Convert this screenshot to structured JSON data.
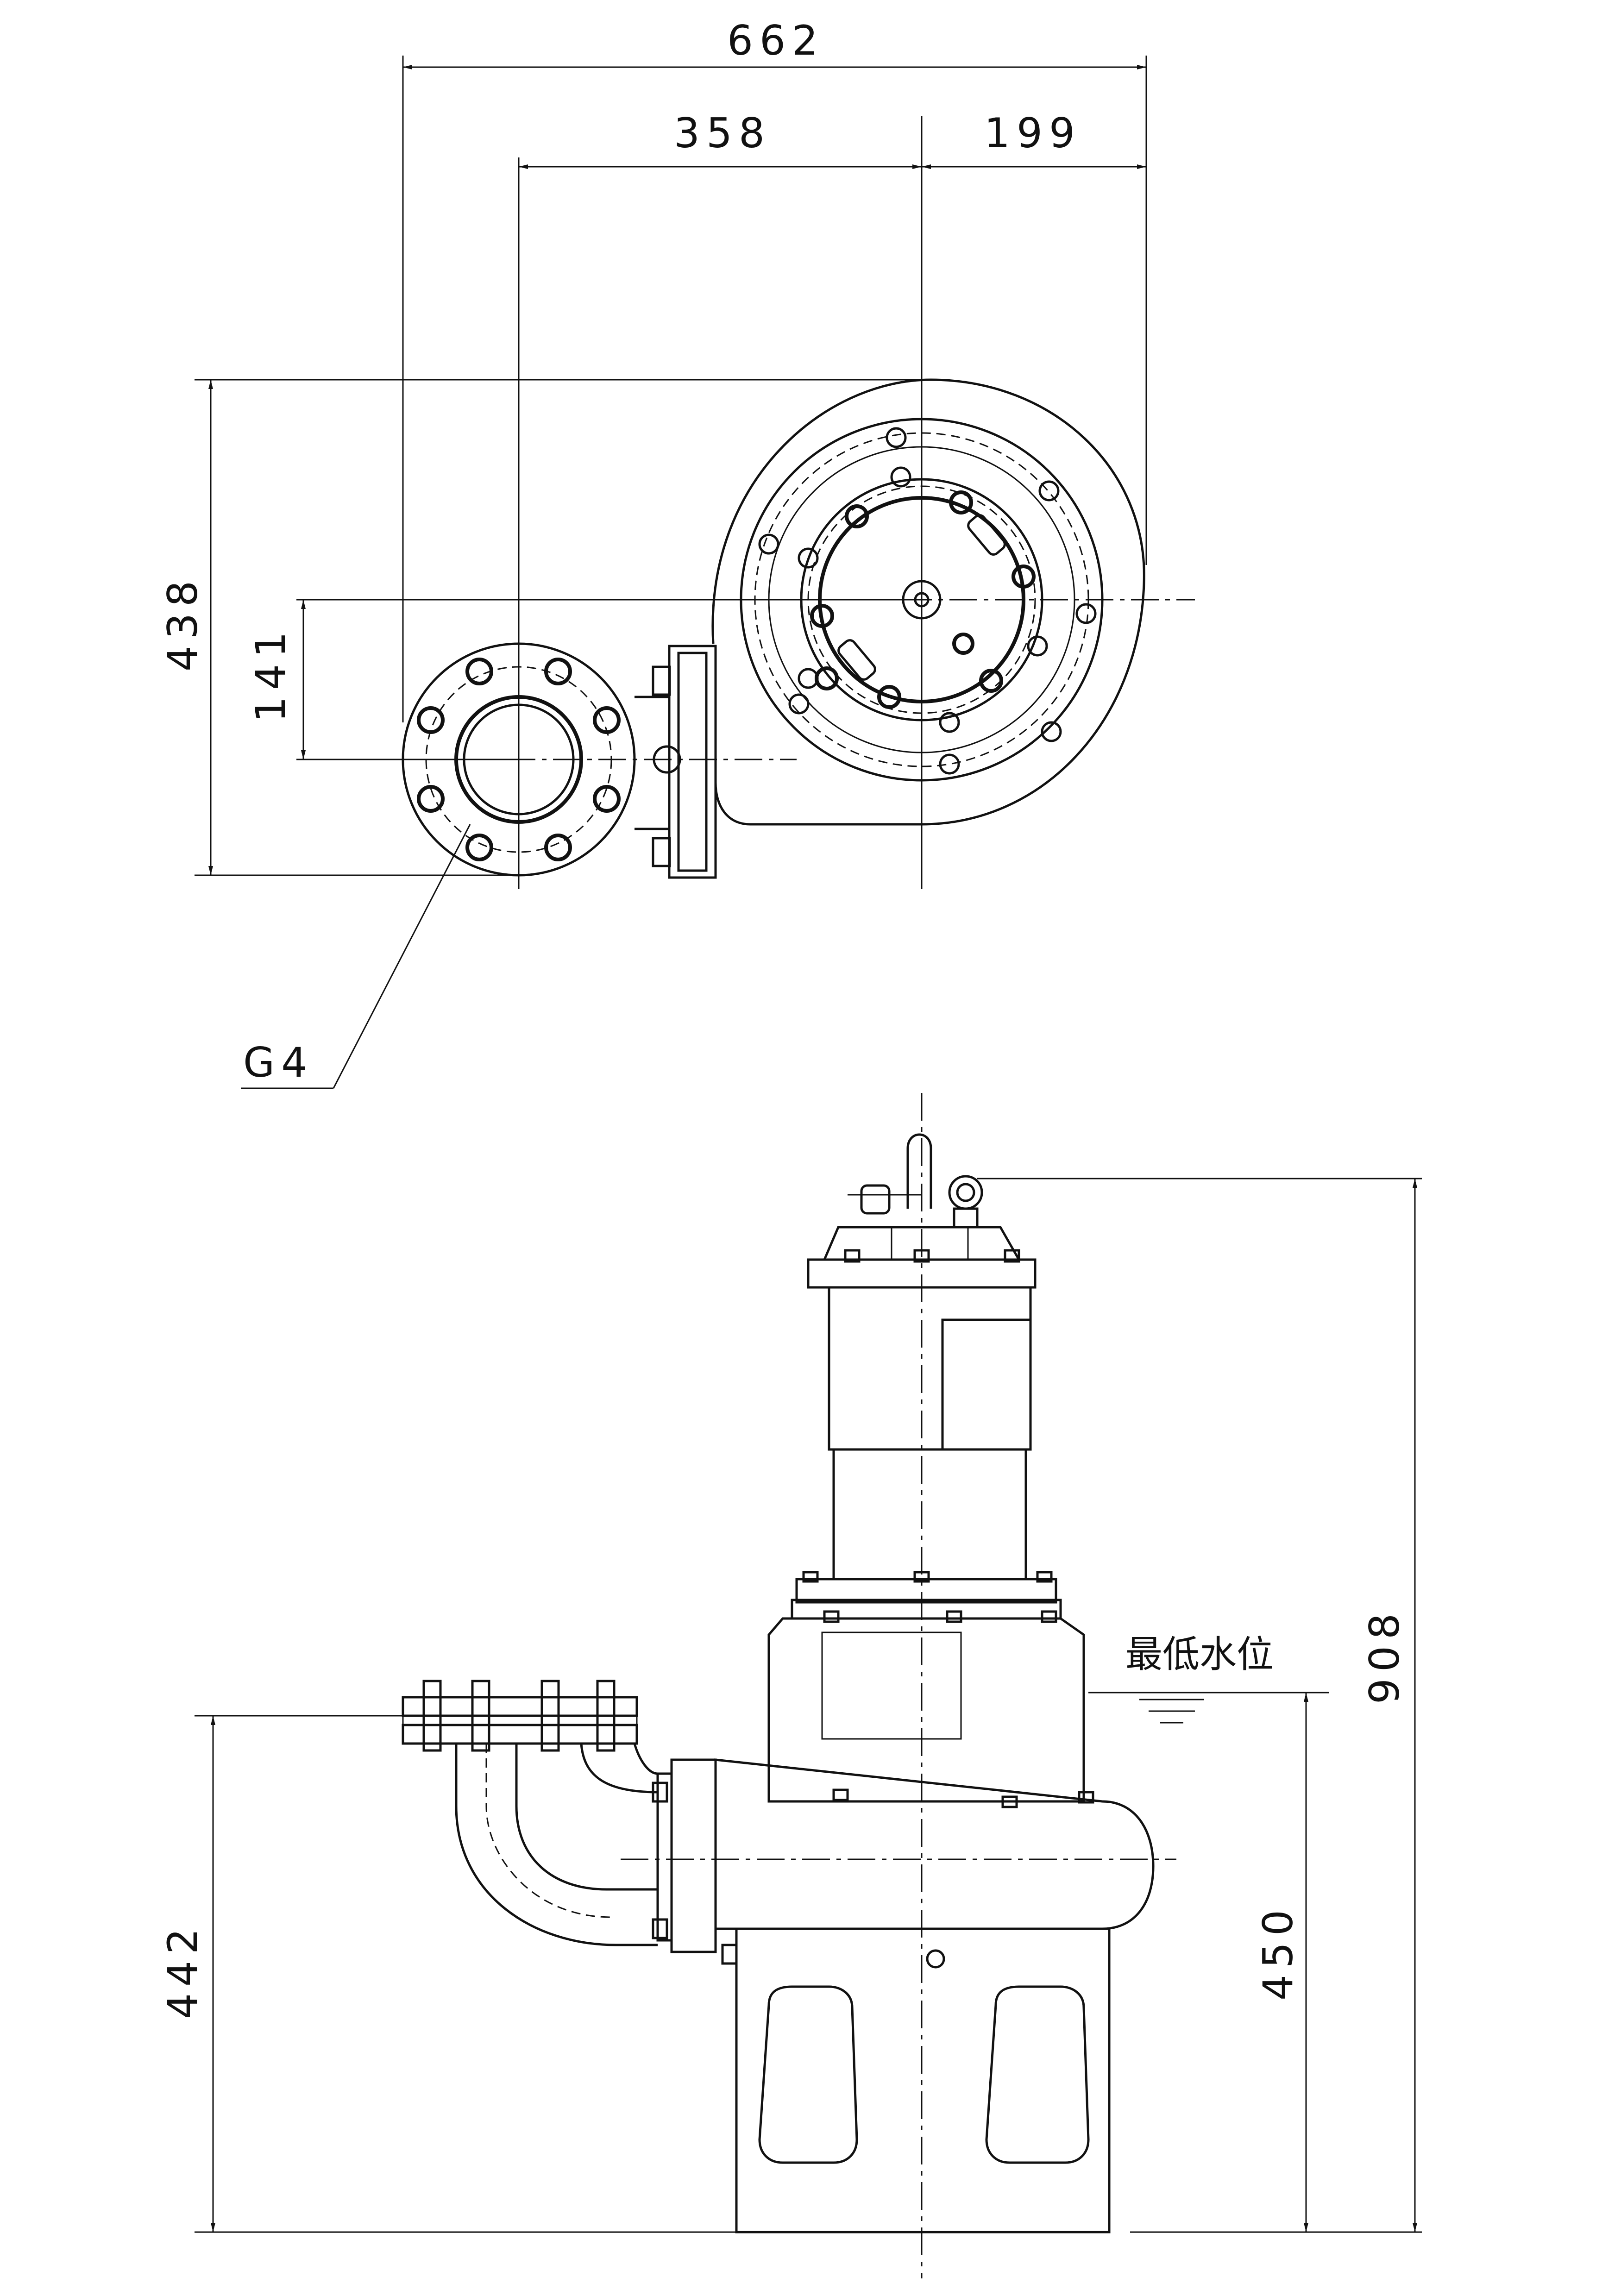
{
  "dimensions": {
    "top_width_total": "662",
    "top_width_left": "358",
    "top_width_right": "199",
    "top_height_total": "438",
    "top_height_offset": "141",
    "side_total_height": "908",
    "side_discharge_height": "442",
    "side_water_level_height": "450"
  },
  "labels": {
    "flange_callout": "G4",
    "min_water_level": "最低水位"
  }
}
